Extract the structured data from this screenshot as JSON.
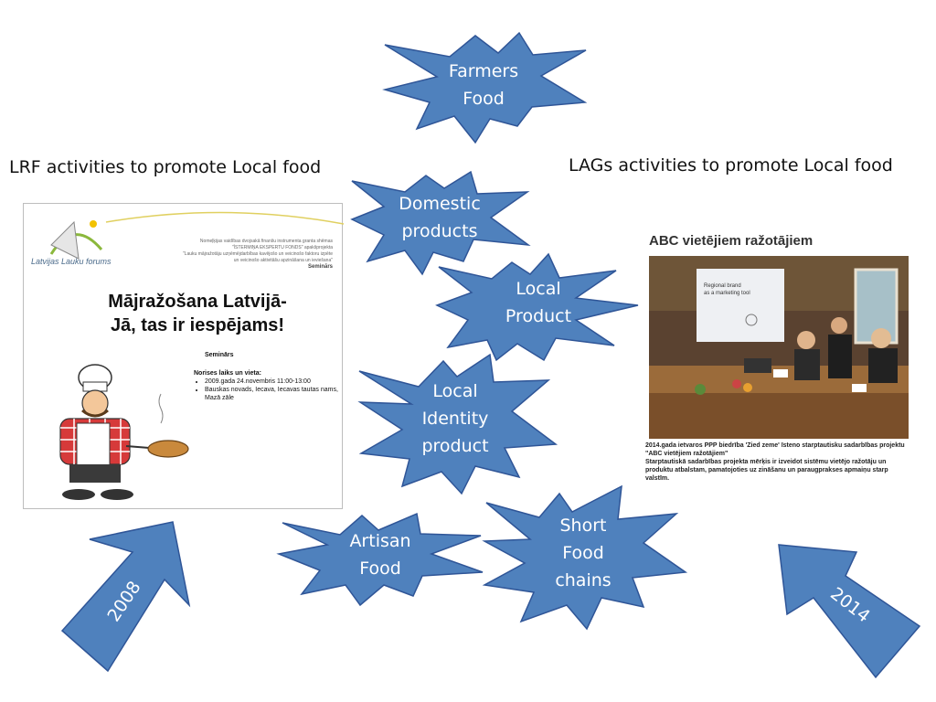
{
  "headings": {
    "left": "LRF activities to promote Local food",
    "right": "LAGs activities to promote Local food"
  },
  "stars": [
    {
      "id": "farmers-food",
      "lines": [
        "Farmers",
        "Food"
      ]
    },
    {
      "id": "domestic-products",
      "lines": [
        "Domestic",
        "products"
      ]
    },
    {
      "id": "local-product",
      "lines": [
        "Local",
        "Product"
      ]
    },
    {
      "id": "local-identity-product",
      "lines": [
        "Local",
        "Identity",
        "product"
      ]
    },
    {
      "id": "artisan-food",
      "lines": [
        "Artisan",
        "Food"
      ]
    },
    {
      "id": "short-food-chains",
      "lines": [
        "Short",
        "Food",
        "chains"
      ]
    }
  ],
  "arrows": {
    "left_year": "2008",
    "right_year": "2014"
  },
  "poster": {
    "org_lines": [
      "Nomeļķijas vaidības dvojsakā finanšu instrumenta granta shēmas",
      "\"ĪSTERMIŅA EKSPERTU FONDS\" apakšprojekta",
      "\"Lauku mājražotāju uzņēmējdarbības kavējošo un veicinošo faktoru izpēte",
      "un veicinošo aktivitāšu apzināšana un ieviešana\""
    ],
    "org_seminar": "Seminārs",
    "logo_name": "Latvijas Lauku forums",
    "title_line1": "Mājražošana Latvijā-",
    "title_line2": "Jā, tas ir iespējams!",
    "seminar_label": "Seminārs",
    "when_label": "Norises laiks un vieta:",
    "bullets": [
      "2009.gada 24.novembris 11:00-13:00",
      "Bauskas novads, Iecava, Iecavas tautas nams, Mazā zāle"
    ]
  },
  "photo": {
    "title": "ABC vietējiem ražotājiem",
    "screen_line1": "Regional brand",
    "screen_line2": "as a marketing tool",
    "caption_bold": "2014.gada ietvaros PPP biedrība 'Zied zeme' īsteno starptautisku sadarbības projektu \"ABC vietējiem ražotājiem\"",
    "caption_body": "Starptautiskā sadarbības projekta mērķis ir izveidot sistēmu vietējo ražotāju un produktu atbalstam, pamatojoties uz zināšanu un paraugprakses apmaiņu starp valstīm."
  },
  "colors": {
    "shape_fill": "#4f81bd",
    "shape_stroke": "#2f5597",
    "label_text": "#ffffff"
  }
}
